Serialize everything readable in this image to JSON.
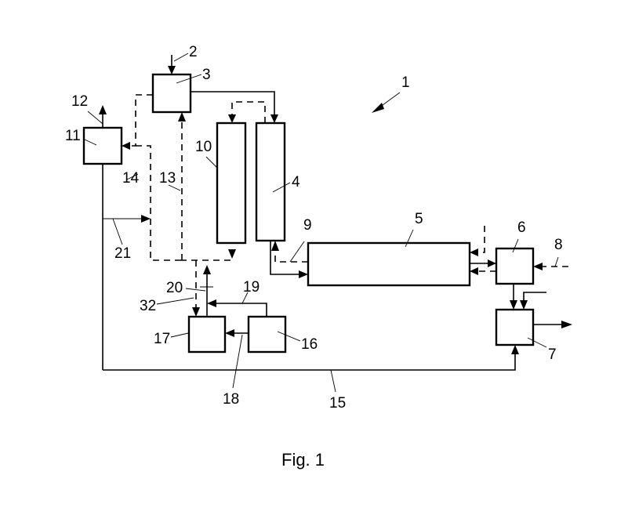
{
  "figure": {
    "caption": "Fig. 1",
    "labels": {
      "l1": "1",
      "l2": "2",
      "l3": "3",
      "l4": "4",
      "l5": "5",
      "l6": "6",
      "l7": "7",
      "l8": "8",
      "l9": "9",
      "l10": "10",
      "l11": "11",
      "l12": "12",
      "l13": "13",
      "l14": "14",
      "l15": "15",
      "l16": "16",
      "l17": "17",
      "l18": "18",
      "l19": "19",
      "l20": "20",
      "l21": "21",
      "l32": "32"
    }
  }
}
